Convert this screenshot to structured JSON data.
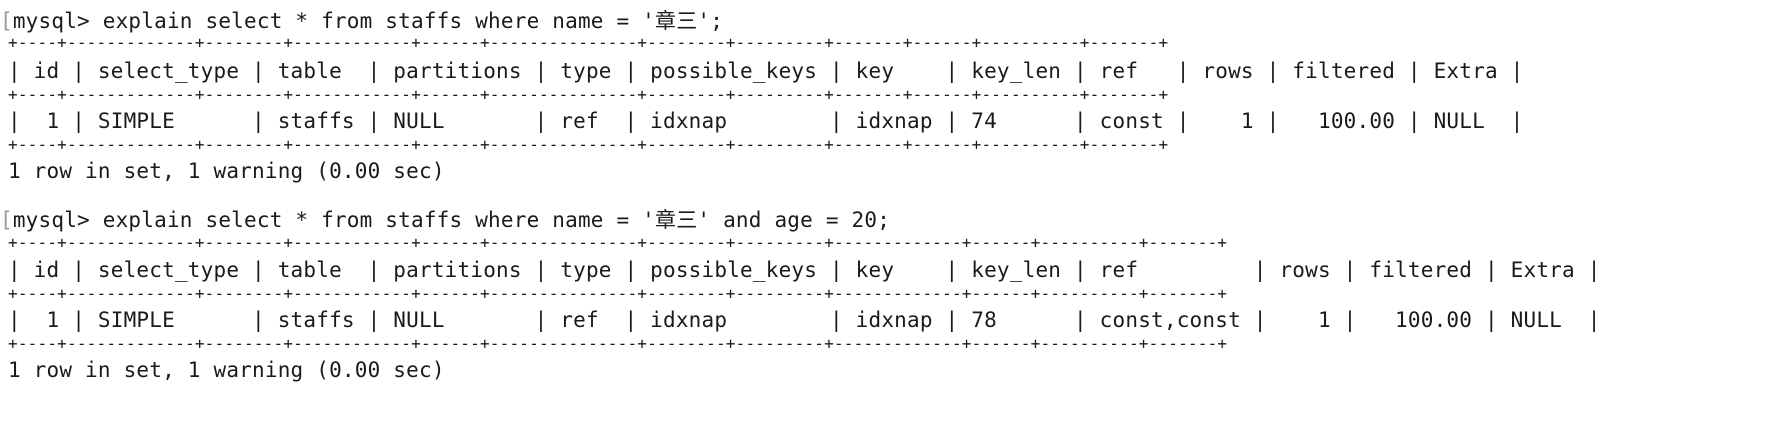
{
  "session": {
    "blocks": [
      {
        "prompt": "mysql>",
        "command": "explain select * from staffs where name = '章三';",
        "table_lines": [
          "+----+-------------+--------+------------+------+---------------+--------+---------+-------+------+----------+-------+",
          "| id | select_type | table  | partitions | type | possible_keys | key    | key_len | ref   | rows | filtered | Extra |",
          "+----+-------------+--------+------------+------+---------------+--------+---------+-------+------+----------+-------+",
          "|  1 | SIMPLE      | staffs | NULL       | ref  | idxnap        | idxnap | 74      | const |    1 |   100.00 | NULL  |",
          "+----+-------------+--------+------------+------+---------------+--------+---------+-------+------+----------+-------+"
        ],
        "status": "1 row in set, 1 warning (0.00 sec)"
      },
      {
        "prompt": "mysql>",
        "command": "explain select * from staffs where name = '章三' and age = 20;",
        "table_lines": [
          "+----+-------------+--------+------------+------+---------------+--------+---------+-------------+------+----------+-------+",
          "| id | select_type | table  | partitions | type | possible_keys | key    | key_len | ref         | rows | filtered | Extra |",
          "+----+-------------+--------+------------+------+---------------+--------+---------+-------------+------+----------+-------+",
          "|  1 | SIMPLE      | staffs | NULL       | ref  | idxnap        | idxnap | 78      | const,const |    1 |   100.00 | NULL  |",
          "+----+-------------+--------+------------+------+---------------+--------+---------+-------------+------+----------+-------+"
        ],
        "status": "1 row in set, 1 warning (0.00 sec)"
      }
    ]
  },
  "colors": {
    "background": "#ffffff",
    "text": "#1a1a1a",
    "prompt_bracket": "#9a9a9a"
  }
}
